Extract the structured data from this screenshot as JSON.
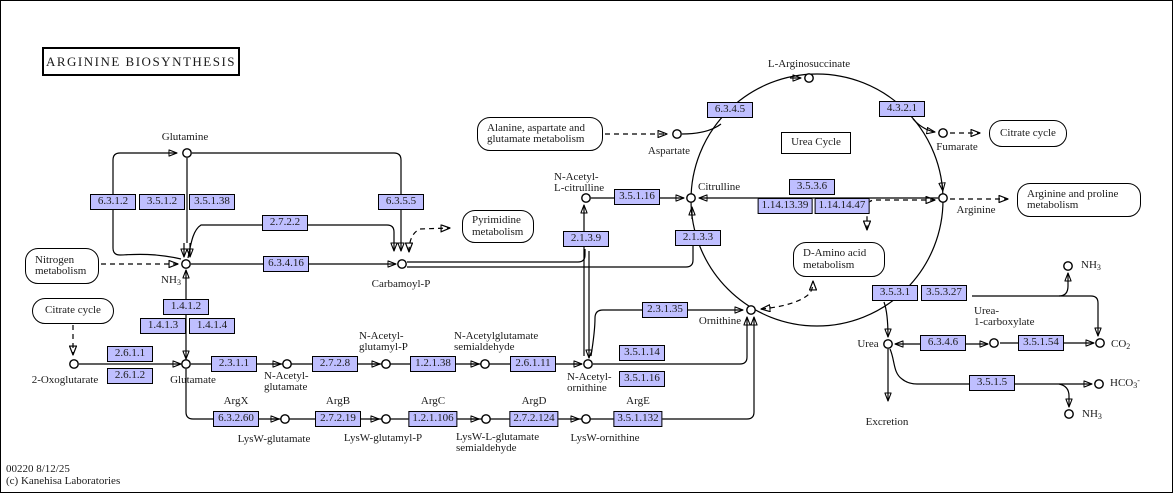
{
  "title": "ARGININE  BIOSYNTHESIS",
  "footer": {
    "map_id": "00220 8/12/25",
    "copyright": "(c) Kanehisa Laboratories"
  },
  "labels": {
    "urea_cycle": "Urea Cycle",
    "excretion": "Excretion"
  },
  "gene_labels": {
    "argx": "ArgX",
    "argb": "ArgB",
    "argc": "ArgC",
    "argd": "ArgD",
    "arge": "ArgE"
  },
  "enzymes": {
    "ec_6_3_1_2": "6.3.1.2",
    "ec_3_5_1_2": "3.5.1.2",
    "ec_3_5_1_38": "3.5.1.38",
    "ec_2_7_2_2": "2.7.2.2",
    "ec_6_3_5_5": "6.3.5.5",
    "ec_6_3_4_16": "6.3.4.16",
    "ec_1_4_1_2": "1.4.1.2",
    "ec_1_4_1_3": "1.4.1.3",
    "ec_1_4_1_4": "1.4.1.4",
    "ec_2_6_1_1": "2.6.1.1",
    "ec_2_6_1_2": "2.6.1.2",
    "ec_2_3_1_1": "2.3.1.1",
    "ec_2_7_2_8": "2.7.2.8",
    "ec_1_2_1_38": "1.2.1.38",
    "ec_2_6_1_11": "2.6.1.11",
    "ec_3_5_1_14": "3.5.1.14",
    "ec_3_5_1_16": "3.5.1.16",
    "ec_2_3_1_35": "2.3.1.35",
    "ec_6_3_2_60": "6.3.2.60",
    "ec_2_7_2_19": "2.7.2.19",
    "ec_1_2_1_106": "1.2.1.106",
    "ec_2_7_2_124": "2.7.2.124",
    "ec_3_5_1_132": "3.5.1.132",
    "ec_2_1_3_9": "2.1.3.9",
    "ec_2_1_3_3": "2.1.3.3",
    "ec_3_5_3_6": "3.5.3.6",
    "ec_1_14_13_39": "1.14.13.39",
    "ec_1_14_14_47": "1.14.14.47",
    "ec_6_3_4_5": "6.3.4.5",
    "ec_4_3_2_1": "4.3.2.1",
    "ec_3_5_3_1": "3.5.3.1",
    "ec_3_5_3_27": "3.5.3.27",
    "ec_6_3_4_6": "6.3.4.6",
    "ec_3_5_1_54": "3.5.1.54",
    "ec_3_5_1_5": "3.5.1.5"
  },
  "compounds": {
    "glutamine": "Glutamine",
    "carbamoyl_p": "Carbamoyl-P",
    "oxoglutarate": "2-Oxoglutarate",
    "glutamate": "Glutamate",
    "n_acetyl_glutamate": "N-Acetyl-\nglutamate",
    "n_acetyl_glutamyl_p": "N-Acetyl-\nglutamyl-P",
    "n_acetylglutamate_semialdehyde": "N-Acetylglutamate\nsemialdehyde",
    "n_acetyl_ornithine": "N-Acetyl-\nornithine",
    "lysw_glutamate": "LysW-glutamate",
    "lysw_glutamyl_p": "LysW-glutamyl-P",
    "lysw_l_glutamate_semialdehyde": "LysW-L-glutamate\nsemialdehyde",
    "lysw_ornithine": "LysW-ornithine",
    "n_acetyl_l_citrulline": "N-Acetyl-\nL-citrulline",
    "citrulline": "Citrulline",
    "aspartate": "Aspartate",
    "l_arginosuccinate": "L-Arginosuccinate",
    "fumarate": "Fumarate",
    "arginine": "Arginine",
    "ornithine": "Ornithine",
    "urea": "Urea",
    "urea_1_carboxylate": "Urea-\n1-carboxylate"
  },
  "formulas": {
    "nh3": {
      "base": "NH",
      "sub": "3"
    },
    "co2": {
      "base": "CO",
      "sub": "2"
    },
    "hco3": {
      "base": "HCO",
      "sub": "3",
      "sup": "-"
    }
  },
  "pathway_links": {
    "nitrogen_metabolism": "Nitrogen\nmetabolism",
    "citrate_cycle_left": "Citrate cycle",
    "pyrimidine_metabolism": "Pyrimidine\nmetabolism",
    "alanine_aspartate_glutamate": "Alanine, aspartate and\nglutamate metabolism",
    "citrate_cycle_right": "Citrate cycle",
    "arginine_proline_metabolism": "Arginine and proline\nmetabolism",
    "d_amino_acid_metabolism": "D-Amino acid\nmetabolism"
  },
  "colors": {
    "enzyme_fill": "#BFBFFF",
    "line": "#000000",
    "background": "#FFFFFF"
  }
}
